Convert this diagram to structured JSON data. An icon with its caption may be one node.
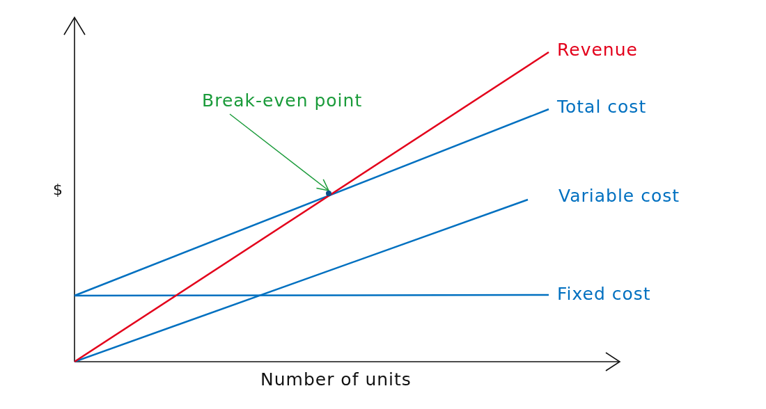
{
  "diagram": {
    "nodes": [
      {
        "text": [
          "Break-even point"
        ]
      },
      {
        "text": [],
        "shape": "dot"
      }
    ],
    "edges": [
      {
        "from": 0,
        "to": 1,
        "arrow": "to"
      }
    ],
    "labels": [
      "Revenue",
      "Total cost",
      "Variable cost",
      "Fixed cost",
      "$",
      "Number of units"
    ]
  }
}
